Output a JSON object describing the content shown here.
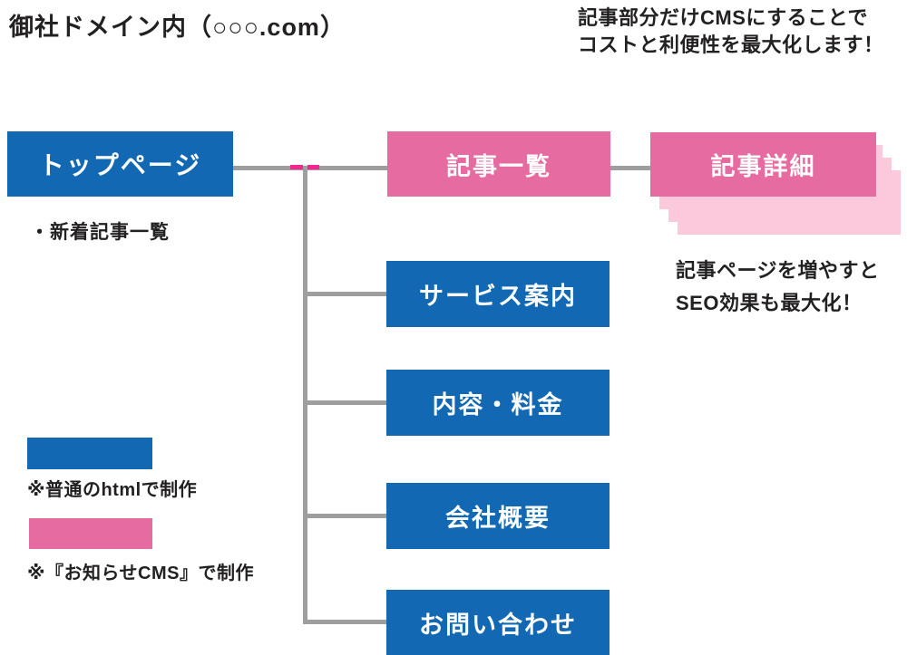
{
  "title": "御社ドメイン内（○○○.com）",
  "note_top_right": {
    "line1": "記事部分だけCMSにすることで",
    "line2": "コストと利便性を最大化します！"
  },
  "top_page": {
    "label": "トップページ",
    "sub_item": "・新着記事一覧"
  },
  "article_list": {
    "label": "記事一覧"
  },
  "article_detail": {
    "label": "記事詳細",
    "note_line1": "記事ページを増やすと",
    "note_line2": "SEO効果も最大化！"
  },
  "pages": [
    {
      "label": "サービス案内"
    },
    {
      "label": "内容・料金"
    },
    {
      "label": "会社概要"
    },
    {
      "label": "お問い合わせ"
    }
  ],
  "legend": {
    "html_label": "※普通のhtmlで制作",
    "cms_label": "※『お知らせCMS』で制作"
  },
  "colors": {
    "blue": "#1268b3",
    "pink": "#e66ba1",
    "light_pink": "#fcc9dc",
    "gray_line": "#9e9e9e",
    "magenta_dash": "#f5278f",
    "text": "#232021"
  }
}
